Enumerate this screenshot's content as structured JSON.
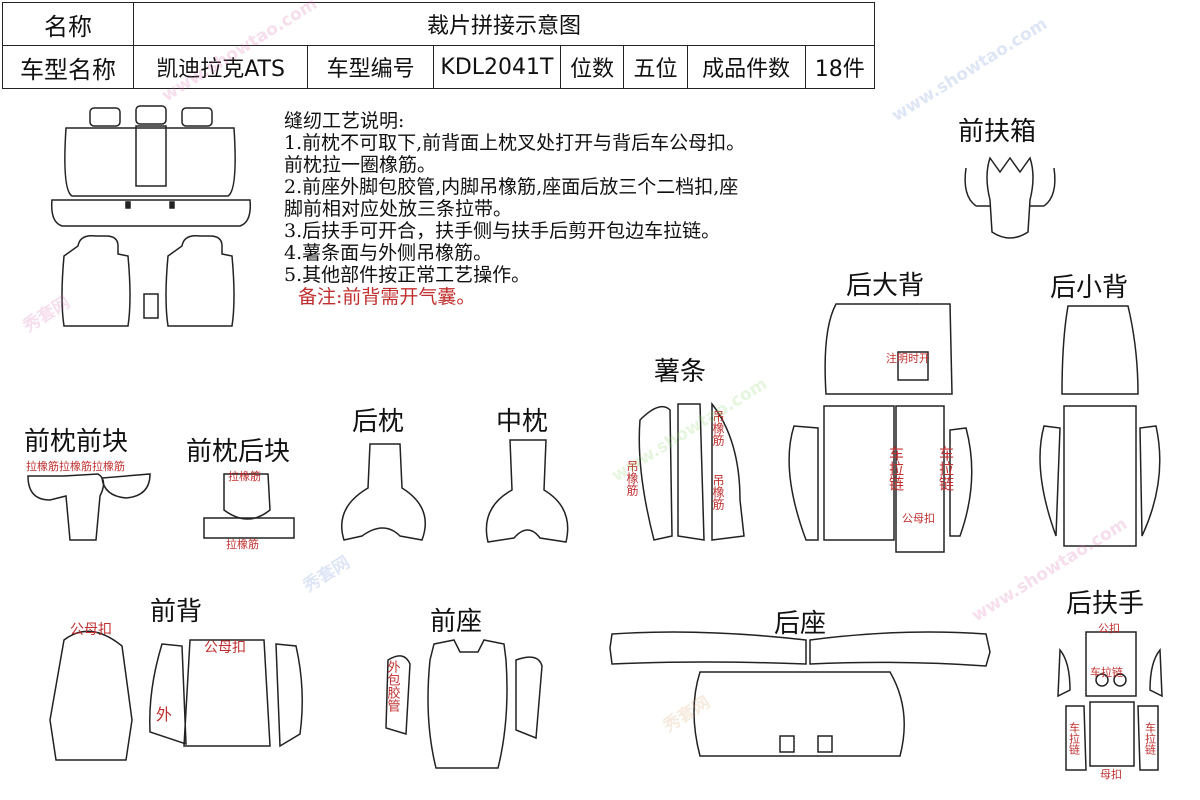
{
  "header": {
    "name_label": "名称",
    "title": "裁片拼接示意图",
    "model_label": "车型名称",
    "model_value": "凯迪拉克ATS",
    "code_label": "车型编号",
    "code_value": "KDL2041T",
    "seats_label": "位数",
    "seats_value": "五位",
    "pieces_label": "成品件数",
    "pieces_value": "18件"
  },
  "notes": {
    "heading": "缝纫工艺说明:",
    "lines": [
      "1.前枕不可取下,前背面上枕叉处打开与背后车公母扣。",
      "前枕拉一圈橡筋。",
      "2.前座外脚包胶管,内脚吊橡筋,座面后放三个二档扣,座",
      "脚前相对应处放三条拉带。",
      "3.后扶手可开合，扶手侧与扶手后剪开包边车拉链。",
      "4.薯条面与外侧吊橡筋。",
      "5.其他部件按正常工艺操作。"
    ],
    "remark": "备注:前背需开气囊。"
  },
  "parts": {
    "front_armrest_box": "前扶箱",
    "rear_big_back": "后大背",
    "rear_small_back": "后小背",
    "fries": "薯条",
    "rear_pillow": "后枕",
    "middle_pillow": "中枕",
    "front_pillow_front": "前枕前块",
    "front_pillow_back": "前枕后块",
    "front_back": "前背",
    "front_seat": "前座",
    "rear_seat": "后座",
    "rear_armrest": "后扶手"
  },
  "annotations": {
    "elastic_pull_row": "拉橡筋拉橡筋拉橡筋",
    "elastic_pull": "拉橡筋",
    "hang_elastic": "吊橡筋",
    "note_open": "注明时开",
    "zipper": "车拉链",
    "snap": "公母扣",
    "outer": "外",
    "outer_wrap_tube": "外包胶管",
    "zipper_short": "车拉链",
    "public": "公扣",
    "female": "母扣"
  },
  "watermarks": [
    "秀套网",
    "www.showtao.com"
  ],
  "colors": {
    "line": "#222222",
    "red": "#c03030"
  }
}
